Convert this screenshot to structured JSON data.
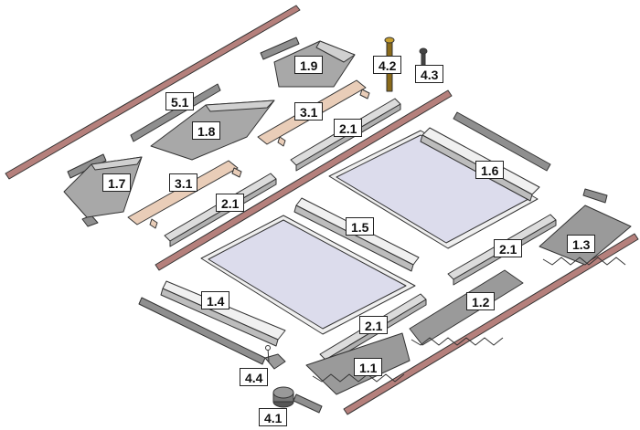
{
  "colors": {
    "glass_fill": "#dcdcec",
    "frame": "#efefef",
    "wood": "#e9cdb8",
    "metal_dark": "#8f8f8f",
    "metal_light": "#dcdcdc",
    "outline": "#333333",
    "rod": "#b5807c"
  },
  "labels": {
    "l_1_1": "1.1",
    "l_1_2": "1.2",
    "l_1_3": "1.3",
    "l_1_4": "1.4",
    "l_1_5": "1.5",
    "l_1_6": "1.6",
    "l_1_7": "1.7",
    "l_1_8": "1.8",
    "l_1_9": "1.9",
    "l_2_1_a": "2.1",
    "l_2_1_b": "2.1",
    "l_2_1_c": "2.1",
    "l_2_1_d": "2.1",
    "l_3_1_a": "3.1",
    "l_3_1_b": "3.1",
    "l_4_1": "4.1",
    "l_4_2": "4.2",
    "l_4_3": "4.3",
    "l_4_4": "4.4",
    "l_5_1": "5.1"
  }
}
